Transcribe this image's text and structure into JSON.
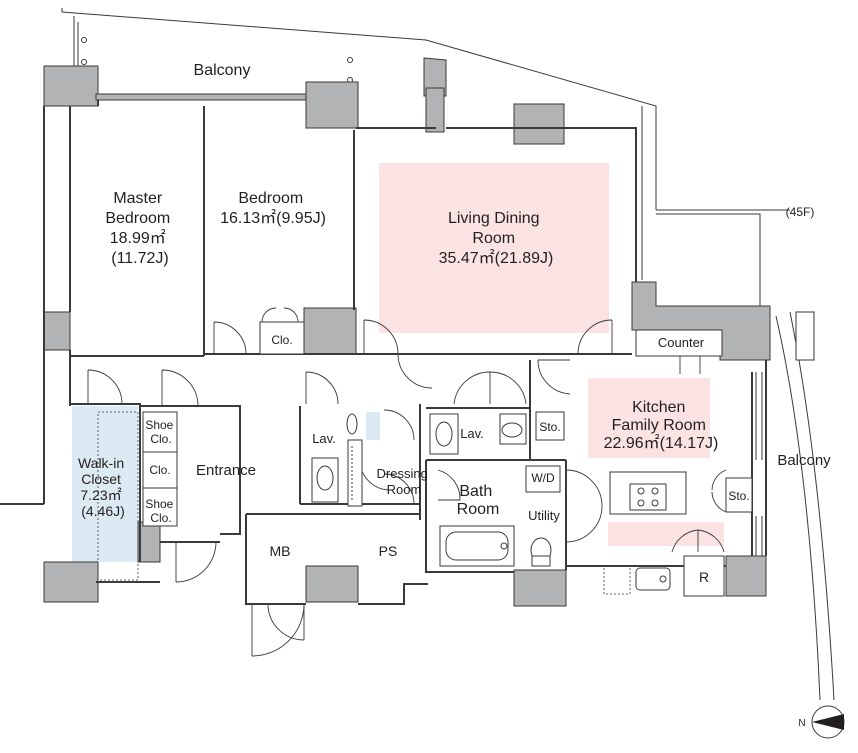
{
  "rooms": {
    "balcony_top": "Balcony",
    "master_bedroom": [
      "Master",
      "Bedroom",
      "18.99㎡",
      "(11.72J)"
    ],
    "bedroom": [
      "Bedroom",
      "16.13㎡(9.95J)"
    ],
    "living_dining": [
      "Living Dining",
      "Room",
      "35.47㎡(21.89J)"
    ],
    "closet_bedroom": "Clo.",
    "counter": "Counter",
    "kitchen_family": [
      "Kitchen",
      "Family Room",
      "22.96㎡(14.17J)"
    ],
    "balcony_right": "Balcony",
    "walk_in_closet": [
      "Walk-in",
      "Closet",
      "7.23㎡",
      "(4.46J)"
    ],
    "shoe_clo_top": [
      "Shoe",
      "Clo."
    ],
    "clo_middle": "Clo.",
    "shoe_clo_bottom": [
      "Shoe",
      "Clo."
    ],
    "entrance": "Entrance",
    "lav_left": "Lav.",
    "lav_right": "Lav.",
    "dressing_room": [
      "Dressing",
      "Room"
    ],
    "bath_room": [
      "Bath",
      "Room"
    ],
    "storage_kitchen": "Sto.",
    "washer_dryer": "W/D",
    "utility": "Utility",
    "storage_right": "Sto.",
    "mb": "MB",
    "ps": "PS",
    "refrigerator": "R"
  },
  "annotations": {
    "floor_level": "(45F)",
    "compass_letter": "N"
  },
  "colors": {
    "wall": "#b1b3b4",
    "line": "#3a3a3a",
    "living_highlight": "#fbe3e3",
    "closet_highlight": "#dceaf4",
    "text": "#231f20"
  }
}
